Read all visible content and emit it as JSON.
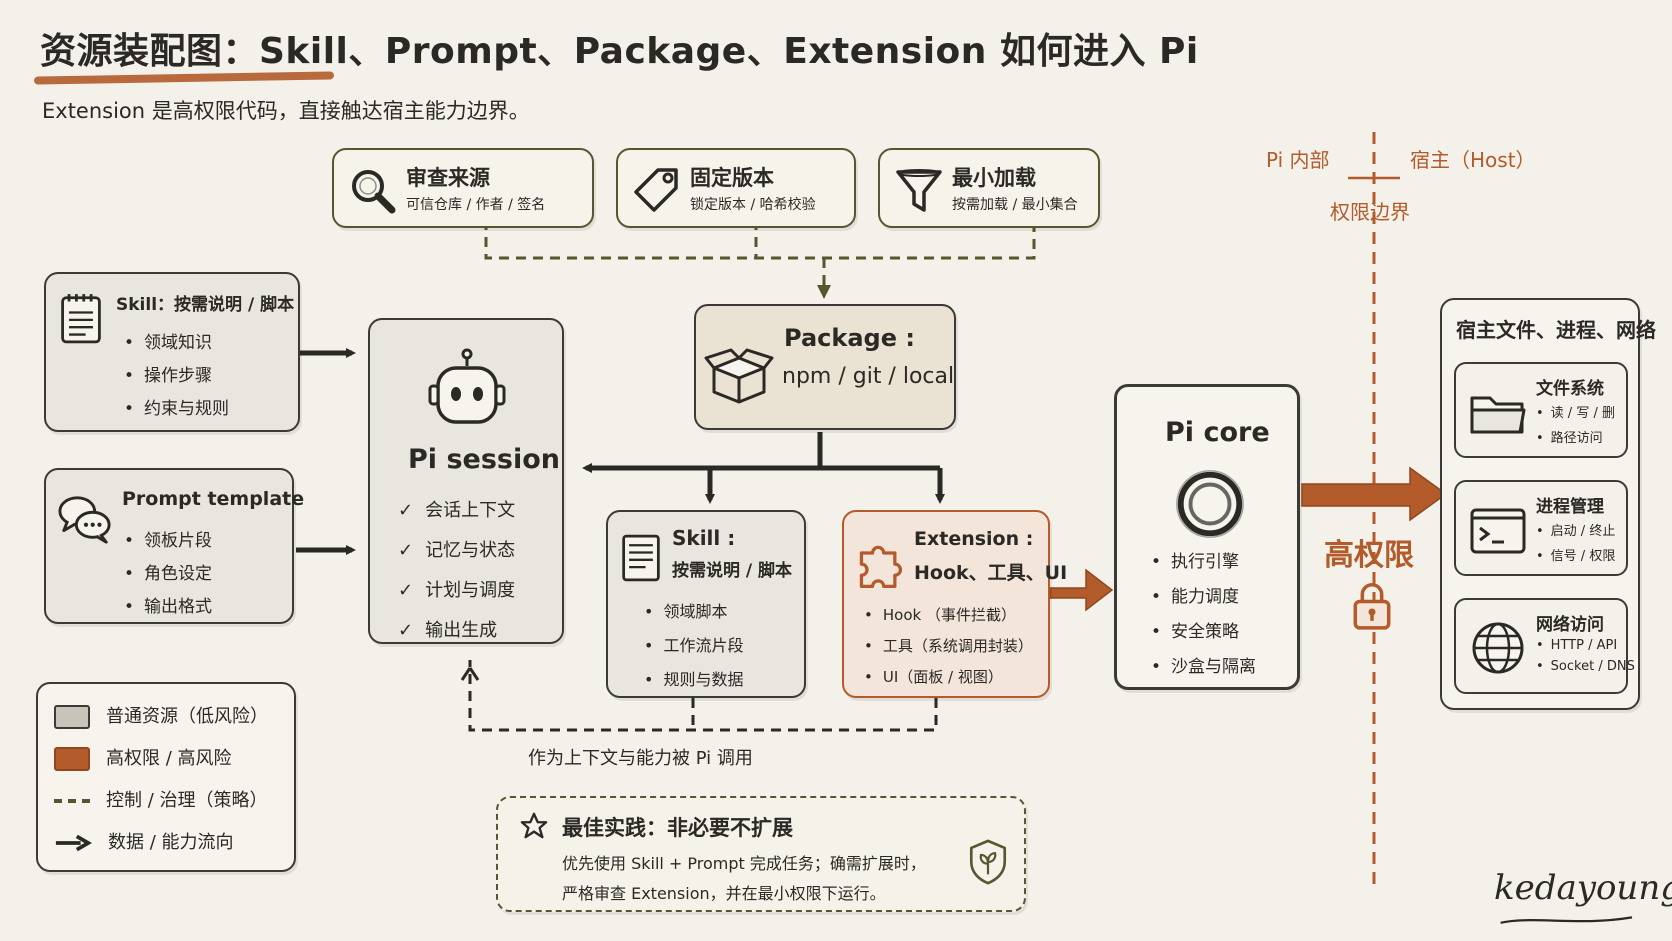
{
  "title": "资源装配图：Skill、Prompt、Package、Extension 如何进入 Pi",
  "subtitle": "Extension 是高权限代码，直接触达宿主能力边界。",
  "controls": [
    {
      "icon": "magnifier-icon",
      "title": "审查来源",
      "sub": "可信仓库 / 作者 / 签名"
    },
    {
      "icon": "tag-icon",
      "title": "固定版本",
      "sub": "锁定版本 / 哈希校验"
    },
    {
      "icon": "funnel-icon",
      "title": "最小加载",
      "sub": "按需加载 / 最小集合"
    }
  ],
  "skill_left": {
    "title": "Skill：按需说明 / 脚本",
    "items": [
      "领域知识",
      "操作步骤",
      "约束与规则"
    ]
  },
  "prompt_left": {
    "title": "Prompt template",
    "items": [
      "领板片段",
      "角色设定",
      "输出格式"
    ]
  },
  "pi_session": {
    "title": "Pi session",
    "items": [
      "会话上下文",
      "记忆与状态",
      "计划与调度",
      "输出生成"
    ]
  },
  "package": {
    "line1": "Package :",
    "line2": "npm / git / local"
  },
  "skill_center": {
    "line1": "Skill :",
    "line2": "按需说明 / 脚本",
    "items": [
      "领域脚本",
      "工作流片段",
      "规则与数据"
    ]
  },
  "extension": {
    "line1": "Extension :",
    "line2": "Hook、工具、UI",
    "items": [
      "Hook （事件拦截）",
      "工具（系统调用封装）",
      "UI（面板 / 视图）"
    ]
  },
  "pi_core": {
    "title": "Pi core",
    "items": [
      "执行引擎",
      "能力调度",
      "安全策略",
      "沙盒与隔离"
    ]
  },
  "boundary": {
    "left": "Pi 内部",
    "right": "宿主（Host）",
    "label": "权限边界"
  },
  "high_privilege": "高权限",
  "host": {
    "title": "宿主文件、进程、网络",
    "items": [
      {
        "icon": "folder-icon",
        "title": "文件系统",
        "items": [
          "读 / 写 / 删",
          "路径访问"
        ]
      },
      {
        "icon": "terminal-icon",
        "title": "进程管理",
        "items": [
          "启动 / 终止",
          "信号 / 权限"
        ]
      },
      {
        "icon": "globe-icon",
        "title": "网络访问",
        "items": [
          "HTTP / API",
          "Socket / DNS"
        ]
      }
    ]
  },
  "feedback_caption": "作为上下文与能力被 Pi 调用",
  "legend": [
    {
      "kind": "gray",
      "label": "普通资源（低风险）"
    },
    {
      "kind": "orange",
      "label": "高权限 / 高风险"
    },
    {
      "kind": "dash",
      "label": "控制 / 治理（策略）"
    },
    {
      "kind": "arrow",
      "label": "数据 / 能力流向"
    }
  ],
  "best_practice": {
    "title": "最佳实践：非必要不扩展",
    "lines": [
      "优先使用 Skill + Prompt 完成任务；确需扩展时，",
      "严格审查 Extension，并在最小权限下运行。"
    ]
  },
  "signature": "kedayoung",
  "colors": {
    "ink": "#2b2925",
    "olive": "#55582f",
    "orange": "#b35b2a",
    "paper": "#f4f1ea",
    "gray_fill": "#e9e6df"
  }
}
